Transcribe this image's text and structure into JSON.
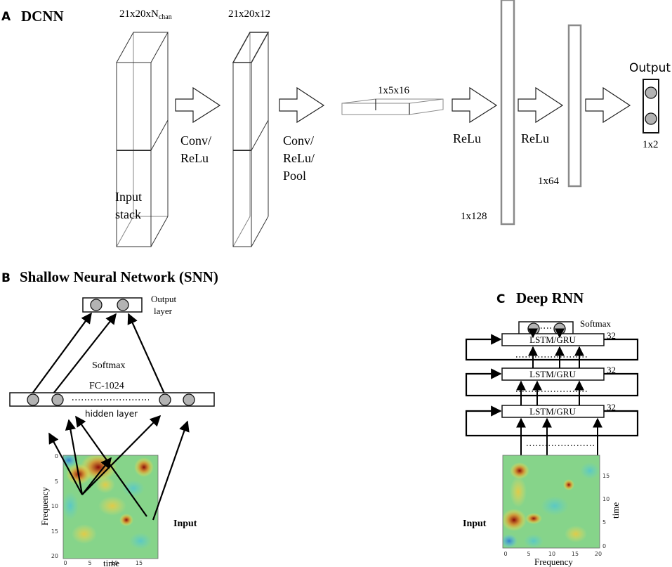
{
  "panel_a": {
    "letter": "A",
    "title": "DCNN",
    "input_dims_base": "21x20xN",
    "input_dims_sub": "chan",
    "conv_dims": "21x20x12",
    "pool_dims": "1x5x16",
    "op1_line1": "Conv/",
    "op1_line2": "ReLu",
    "op2_line1": "Conv/",
    "op2_line2": "ReLu/",
    "op2_line3": "Pool",
    "relu1": "ReLu",
    "relu2": "ReLu",
    "input_line1": "Input",
    "input_line2": "stack",
    "fc1_dims": "1x128",
    "fc2_dims": "1x64",
    "output_title": "Output",
    "output_dims": "1x2"
  },
  "panel_b": {
    "letter": "B",
    "title": "Shallow Neural Network (SNN)",
    "output_line1": "Output",
    "output_line2": "layer",
    "softmax": "Softmax",
    "fc": "FC-1024",
    "hidden": "hidden layer",
    "input": "Input",
    "ylabel": "Frequency",
    "xlabel": "time",
    "yticks": [
      "0",
      "5",
      "10",
      "15",
      "20"
    ],
    "xticks": [
      "0",
      "5",
      "10",
      "15"
    ]
  },
  "panel_c": {
    "letter": "C",
    "title": "Deep RNN",
    "softmax": "Softmax",
    "layers": [
      {
        "label": "LSTM/GRU",
        "units": "32"
      },
      {
        "label": "LSTM/GRU",
        "units": "32"
      },
      {
        "label": "LSTM/GRU",
        "units": "32"
      }
    ],
    "input": "Input",
    "xlabel": "Frequency",
    "ylabel": "time",
    "xticks": [
      "0",
      "5",
      "10",
      "15",
      "20"
    ],
    "yticks": [
      "0",
      "5",
      "10",
      "15"
    ]
  },
  "colors": {
    "node_fill": "#b3b3b3",
    "frame_gray": "#8a8a8a",
    "heatmap_bg": "#86d48a"
  }
}
